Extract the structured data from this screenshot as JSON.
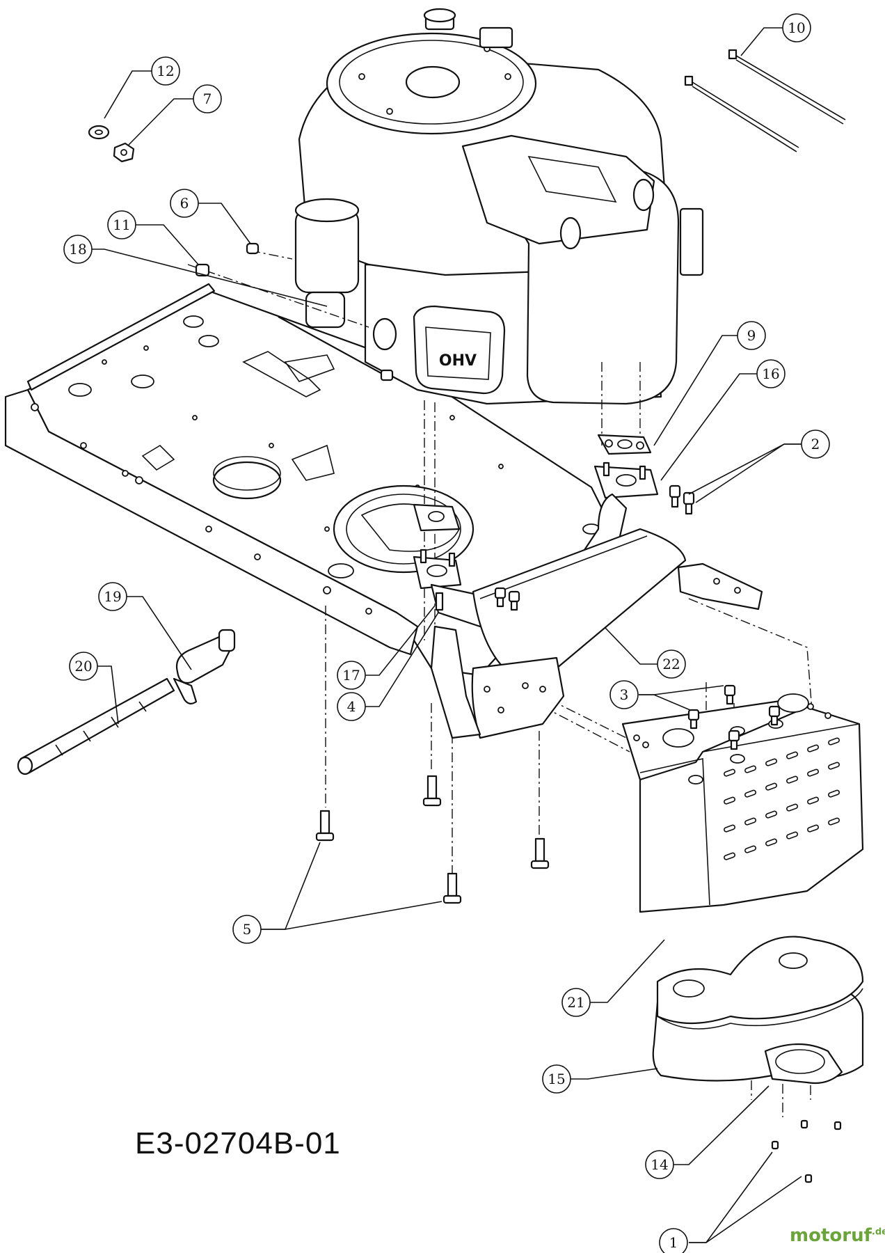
{
  "diagram": {
    "drawing_number": "E3-02704B-01",
    "watermark": {
      "name": "motoruf",
      "tld": ".de"
    },
    "engine_label": "OHV",
    "callouts": [
      {
        "id": "c1",
        "label": "1"
      },
      {
        "id": "c2",
        "label": "2"
      },
      {
        "id": "c3",
        "label": "3"
      },
      {
        "id": "c4",
        "label": "4"
      },
      {
        "id": "c5",
        "label": "5"
      },
      {
        "id": "c6",
        "label": "6"
      },
      {
        "id": "c7",
        "label": "7"
      },
      {
        "id": "c9",
        "label": "9"
      },
      {
        "id": "c10",
        "label": "10"
      },
      {
        "id": "c11",
        "label": "11"
      },
      {
        "id": "c12",
        "label": "12"
      },
      {
        "id": "c14",
        "label": "14"
      },
      {
        "id": "c15",
        "label": "15"
      },
      {
        "id": "c16",
        "label": "16"
      },
      {
        "id": "c17",
        "label": "17"
      },
      {
        "id": "c18",
        "label": "18"
      },
      {
        "id": "c19",
        "label": "19"
      },
      {
        "id": "c20",
        "label": "20"
      },
      {
        "id": "c21",
        "label": "21"
      },
      {
        "id": "c22",
        "label": "22"
      }
    ]
  }
}
